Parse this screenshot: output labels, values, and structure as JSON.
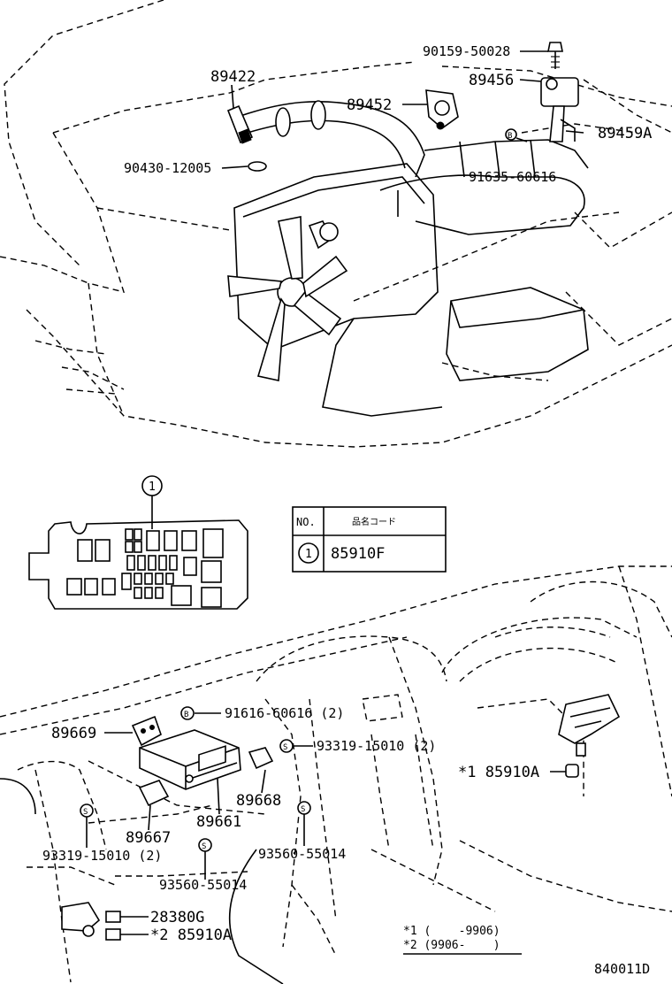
{
  "upper_callouts": {
    "p89422": "89422",
    "p90430_12005": "90430-12005",
    "p89452": "89452",
    "p90159_50028": "90159-50028",
    "p89456": "89456",
    "p89459a": "89459A",
    "p91635_60616": "91635-60616"
  },
  "fuse_box": {
    "marker": "1"
  },
  "table": {
    "col_no": "NO.",
    "col_code": "品名コード",
    "row_no": "1",
    "row_code": "85910F"
  },
  "lower_callouts": {
    "p91616_60616": "91616-60616 (2)",
    "p89669": "89669",
    "p93319_15010_right": "93319-15010 (2)",
    "p85910a_x1": "*1 85910A",
    "p89668": "89668",
    "p89661": "89661",
    "p89667": "89667",
    "p93319_15010_left": "93319-15010 (2)",
    "p93560_55014_right": "93560-55014",
    "p93560_55014_left": "93560-55014",
    "p28380g": "28380G",
    "p85910a_x2": "*2 85910A"
  },
  "legend": {
    "line1": "*1 (    -9906)",
    "line2": "*2 (9906-    )"
  },
  "diagram_id": "840011D"
}
